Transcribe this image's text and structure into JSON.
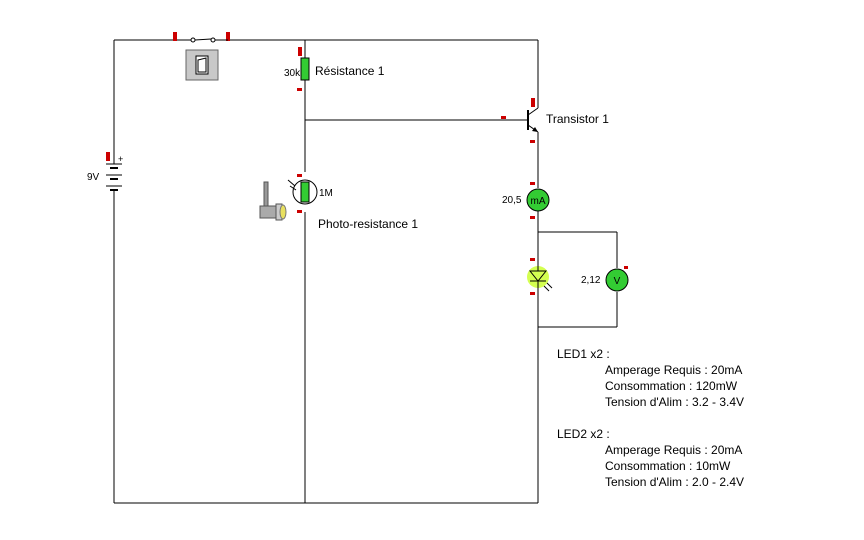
{
  "components": {
    "battery": {
      "value": "9V",
      "polarity": "+"
    },
    "resistor": {
      "name": "Résistance 1",
      "value": "30k"
    },
    "photo_resistor": {
      "name": "Photo-resistance 1",
      "value": "1M"
    },
    "transistor": {
      "name": "Transistor 1"
    },
    "ammeter": {
      "reading": "20,5",
      "unit": "mA"
    },
    "voltmeter": {
      "reading": "2,12",
      "unit": "V"
    }
  },
  "notes": [
    {
      "title": "LED1 x2 :",
      "lines": [
        "Amperage Requis : 20mA",
        "Consommation : 120mW",
        "Tension d'Alim : 3.2 - 3.4V"
      ]
    },
    {
      "title": "LED2 x2 :",
      "lines": [
        "Amperage Requis : 20mA",
        "Consommation : 10mW",
        "Tension d'Alim : 2.0 - 2.4V"
      ]
    }
  ],
  "colors": {
    "wire": "#000000",
    "terminal": "#cc0000",
    "meter_fill": "#33cc33",
    "resistor_fill": "#33cc33",
    "led_fill": "#ccff33",
    "switch_panel": "#c8c8c8"
  }
}
